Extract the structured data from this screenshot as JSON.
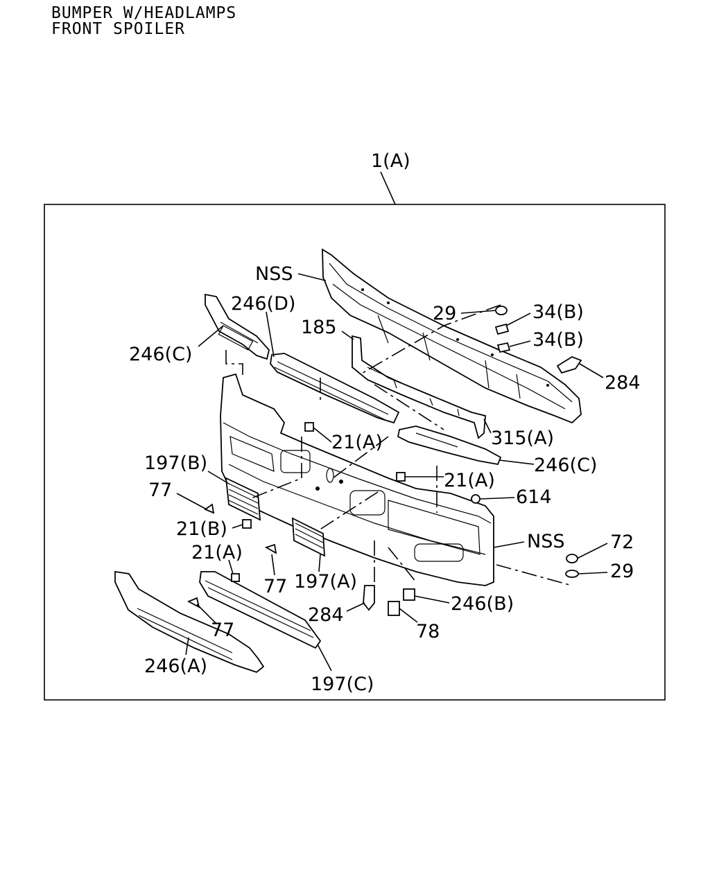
{
  "header": {
    "line1": "BUMPER W/HEADLAMPS",
    "line2": "FRONT SPOILER"
  },
  "callouts": {
    "assembly": "1(A)",
    "nss_top": "NSS",
    "c_246d": "246(D)",
    "c_246c_left": "246(C)",
    "c_29_top": "29",
    "c_34b_1": "34(B)",
    "c_34b_2": "34(B)",
    "c_185": "185",
    "c_284_right": "284",
    "c_315a": "315(A)",
    "c_21a_1": "21(A)",
    "c_246c_right": "246(C)",
    "c_197b": "197(B)",
    "c_21a_2": "21(A)",
    "c_77_1": "77",
    "c_614": "614",
    "c_21b": "21(B)",
    "nss_bottom": "NSS",
    "c_72": "72",
    "c_21a_3": "21(A)",
    "c_29_bottom": "29",
    "c_77_2": "77",
    "c_197a": "197(A)",
    "c_246b": "246(B)",
    "c_284_bottom": "284",
    "c_77_3": "77",
    "c_78": "78",
    "c_246a": "246(A)",
    "c_197c": "197(C)"
  }
}
